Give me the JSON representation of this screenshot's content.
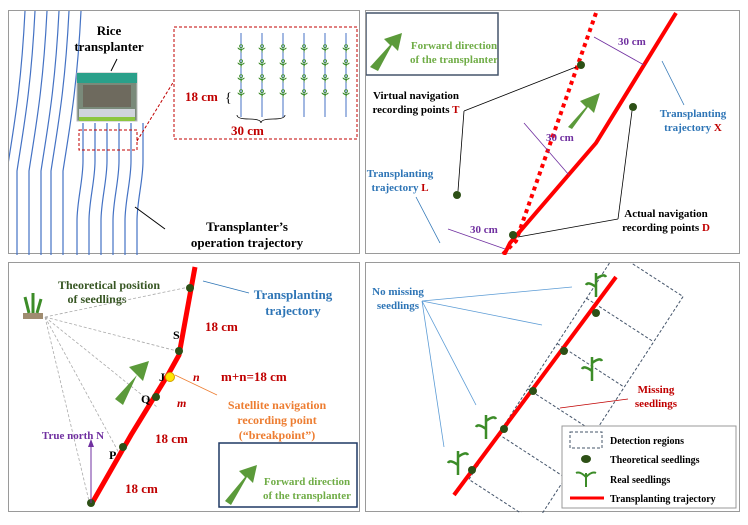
{
  "panels": {
    "a": {
      "rice_transplanter_label": [
        "Rice",
        "transplanter"
      ],
      "row_spacing_label": "18 cm",
      "column_spacing_label": "30 cm",
      "trajectory_label": [
        "Transplanter’s",
        "operation trajectory"
      ]
    },
    "b": {
      "legend_forward": [
        "Forward direction",
        "of the transplanter"
      ],
      "spacing_labels": [
        "30 cm",
        "30 cm",
        "30 cm"
      ],
      "virtual_points_label": [
        "Virtual navigation",
        "recording points "
      ],
      "virtual_points_letter": "T",
      "trajectory_x_label": [
        "Transplanting",
        "trajectory "
      ],
      "trajectory_x_letter": "X",
      "trajectory_l_label": [
        "Transplanting",
        "trajectory "
      ],
      "trajectory_l_letter": "L",
      "actual_points_label": [
        "Actual navigation",
        "recording points "
      ],
      "actual_points_letter": "D"
    },
    "c": {
      "theoretical_label": [
        "Theoretical position",
        "of seedlings"
      ],
      "trajectory_label": [
        "Transplanting",
        "trajectory"
      ],
      "point_labels": {
        "S": "S",
        "J": "J",
        "Q": "Q",
        "P": "P"
      },
      "distance_labels": [
        "18 cm",
        "18 cm",
        "18 cm"
      ],
      "n_label": "n",
      "m_label": "m",
      "sum_label": "m+n=18 cm",
      "breakpoint_label": [
        "Satellite navigation",
        "recording point",
        "(“breakpoint”)"
      ],
      "north_label": "True north N",
      "legend_forward": [
        "Forward direction",
        "of the transplanter"
      ]
    },
    "d": {
      "no_missing_label": [
        "No missing",
        "seedlings"
      ],
      "missing_label": [
        "Missing",
        "seedlings"
      ],
      "legend": [
        "Detection regions",
        "Theoretical seedlings",
        "Real seedlings",
        "Transplanting trajectory"
      ]
    }
  },
  "colors": {
    "trajectory_red": "#ff0000",
    "label_red": "#c00000",
    "blue_text": "#2e75b6",
    "green_text": "#70ad47",
    "green_arrow": "#5b9a3a",
    "dark_green_point": "#2d5016",
    "purple": "#7030a0",
    "orange": "#ed7d31",
    "field_line_blue": "#4472c4"
  }
}
